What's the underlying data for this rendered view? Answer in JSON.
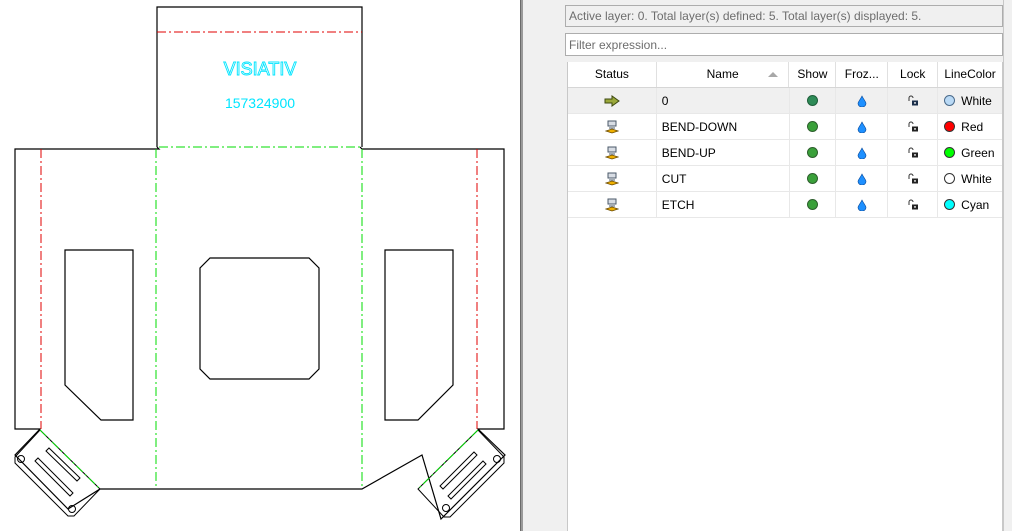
{
  "drawing": {
    "etch_text_1": "VISIATIV",
    "etch_text_2": "157324900",
    "colors": {
      "outline": "#000000",
      "bend_down": "#e00000",
      "bend_up": "#00dd00",
      "etch": "#00e5ff"
    }
  },
  "layer_panel": {
    "status_text": "Active layer: 0. Total layer(s) defined: 5. Total layer(s) displayed: 5.",
    "filter": {
      "placeholder": "Filter expression...",
      "value": ""
    },
    "columns": {
      "status": "Status",
      "name": "Name",
      "show": "Show",
      "frozen": "Froz...",
      "lock": "Lock",
      "linecolor": "LineColor"
    },
    "sort_column": "name",
    "layers": [
      {
        "status": "active-arrow",
        "name": "0",
        "show": "on",
        "frozen": "thawed",
        "lock": "unlocked",
        "color_name": "White",
        "color_hex": "#b9d9f5",
        "show_hex": "#2e8b57"
      },
      {
        "status": "layer",
        "name": "BEND-DOWN",
        "show": "on",
        "frozen": "thawed",
        "lock": "unlocked",
        "color_name": "Red",
        "color_hex": "#ff0000",
        "show_hex": "#3aa03a"
      },
      {
        "status": "layer",
        "name": "BEND-UP",
        "show": "on",
        "frozen": "thawed",
        "lock": "unlocked",
        "color_name": "Green",
        "color_hex": "#00ff00",
        "show_hex": "#3aa03a"
      },
      {
        "status": "layer",
        "name": "CUT",
        "show": "on",
        "frozen": "thawed",
        "lock": "unlocked",
        "color_name": "White",
        "color_hex": "#ffffff",
        "show_hex": "#3aa03a"
      },
      {
        "status": "layer",
        "name": "ETCH",
        "show": "on",
        "frozen": "thawed",
        "lock": "unlocked",
        "color_name": "Cyan",
        "color_hex": "#00ffff",
        "show_hex": "#3aa03a"
      }
    ]
  }
}
